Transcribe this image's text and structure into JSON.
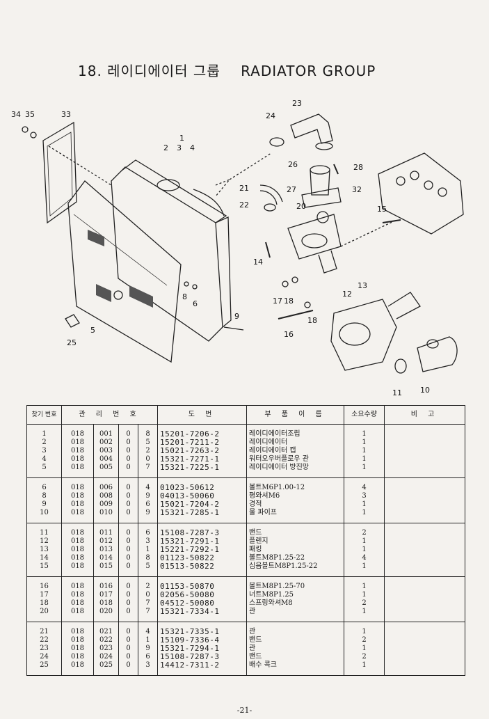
{
  "title": {
    "number": "18.",
    "korean": "레이디에이터 그룹",
    "english": "RADIATOR GROUP"
  },
  "callouts": [
    "1",
    "2",
    "3",
    "4",
    "5",
    "6",
    "8",
    "9",
    "10",
    "11",
    "12",
    "13",
    "14",
    "15",
    "16",
    "17",
    "18",
    "18",
    "20",
    "21",
    "22",
    "23",
    "24",
    "25",
    "26",
    "27",
    "28",
    "32",
    "33",
    "34",
    "35"
  ],
  "table": {
    "headers": {
      "no": "찾기 번호",
      "mgmt": "관 리 번 호",
      "drawing": "도 번",
      "name": "부 품 이 름",
      "qty": "소요수량",
      "remarks": "비 고"
    },
    "groups": [
      [
        {
          "no": "1",
          "a": "018",
          "b": "001",
          "c": "0",
          "d": "8",
          "dwg": "15201-7206-2",
          "name": "레이디에이터조립",
          "qty": "1"
        },
        {
          "no": "2",
          "a": "018",
          "b": "002",
          "c": "0",
          "d": "5",
          "dwg": "15201-7211-2",
          "name": "레이디에이터",
          "qty": "1"
        },
        {
          "no": "3",
          "a": "018",
          "b": "003",
          "c": "0",
          "d": "2",
          "dwg": "15021-7263-2",
          "name": "레이디에이터 캡",
          "qty": "1"
        },
        {
          "no": "4",
          "a": "018",
          "b": "004",
          "c": "0",
          "d": "0",
          "dwg": "15321-7271-1",
          "name": "워터오우버플로우 관",
          "qty": "1"
        },
        {
          "no": "5",
          "a": "018",
          "b": "005",
          "c": "0",
          "d": "7",
          "dwg": "15321-7225-1",
          "name": "레이디에이터 방진망",
          "qty": "1"
        }
      ],
      [
        {
          "no": "6",
          "a": "018",
          "b": "006",
          "c": "0",
          "d": "4",
          "dwg": "01023-50612",
          "name": "볼트M6P1.00-12",
          "qty": "4"
        },
        {
          "no": "8",
          "a": "018",
          "b": "008",
          "c": "0",
          "d": "9",
          "dwg": "04013-50060",
          "name": "평와셔M6",
          "qty": "3"
        },
        {
          "no": "9",
          "a": "018",
          "b": "009",
          "c": "0",
          "d": "6",
          "dwg": "15021-7204-2",
          "name": "경적",
          "qty": "1"
        },
        {
          "no": "10",
          "a": "018",
          "b": "010",
          "c": "0",
          "d": "9",
          "dwg": "15321-7285-1",
          "name": "물 파이프",
          "qty": "1"
        }
      ],
      [
        {
          "no": "11",
          "a": "018",
          "b": "011",
          "c": "0",
          "d": "6",
          "dwg": "15108-7287-3",
          "name": "밴드",
          "qty": "2"
        },
        {
          "no": "12",
          "a": "018",
          "b": "012",
          "c": "0",
          "d": "3",
          "dwg": "15321-7291-1",
          "name": "플렌지",
          "qty": "1"
        },
        {
          "no": "13",
          "a": "018",
          "b": "013",
          "c": "0",
          "d": "1",
          "dwg": "15221-7292-1",
          "name": "패킹",
          "qty": "1"
        },
        {
          "no": "14",
          "a": "018",
          "b": "014",
          "c": "0",
          "d": "8",
          "dwg": "01123-50822",
          "name": "볼트M8P1.25-22",
          "qty": "4"
        },
        {
          "no": "15",
          "a": "018",
          "b": "015",
          "c": "0",
          "d": "5",
          "dwg": "01513-50822",
          "name": "심음볼트M8P1.25-22",
          "qty": "1"
        }
      ],
      [
        {
          "no": "16",
          "a": "018",
          "b": "016",
          "c": "0",
          "d": "2",
          "dwg": "01153-50870",
          "name": "볼트M8P1.25-70",
          "qty": "1"
        },
        {
          "no": "17",
          "a": "018",
          "b": "017",
          "c": "0",
          "d": "0",
          "dwg": "02056-50080",
          "name": "너트M8P1.25",
          "qty": "1"
        },
        {
          "no": "18",
          "a": "018",
          "b": "018",
          "c": "0",
          "d": "7",
          "dwg": "04512-50080",
          "name": "스프링와셔M8",
          "qty": "2"
        },
        {
          "no": "20",
          "a": "018",
          "b": "020",
          "c": "0",
          "d": "7",
          "dwg": "15321-7334-1",
          "name": "관",
          "qty": "1"
        }
      ],
      [
        {
          "no": "21",
          "a": "018",
          "b": "021",
          "c": "0",
          "d": "4",
          "dwg": "15321-7335-1",
          "name": "관",
          "qty": "1"
        },
        {
          "no": "22",
          "a": "018",
          "b": "022",
          "c": "0",
          "d": "1",
          "dwg": "15109-7336-4",
          "name": "밴드",
          "qty": "2"
        },
        {
          "no": "23",
          "a": "018",
          "b": "023",
          "c": "0",
          "d": "9",
          "dwg": "15321-7294-1",
          "name": "관",
          "qty": "1"
        },
        {
          "no": "24",
          "a": "018",
          "b": "024",
          "c": "0",
          "d": "6",
          "dwg": "15108-7287-3",
          "name": "밴드",
          "qty": "2"
        },
        {
          "no": "25",
          "a": "018",
          "b": "025",
          "c": "0",
          "d": "3",
          "dwg": "14412-7311-2",
          "name": "배수 콕크",
          "qty": "1"
        }
      ]
    ]
  },
  "page_number": "-21-"
}
